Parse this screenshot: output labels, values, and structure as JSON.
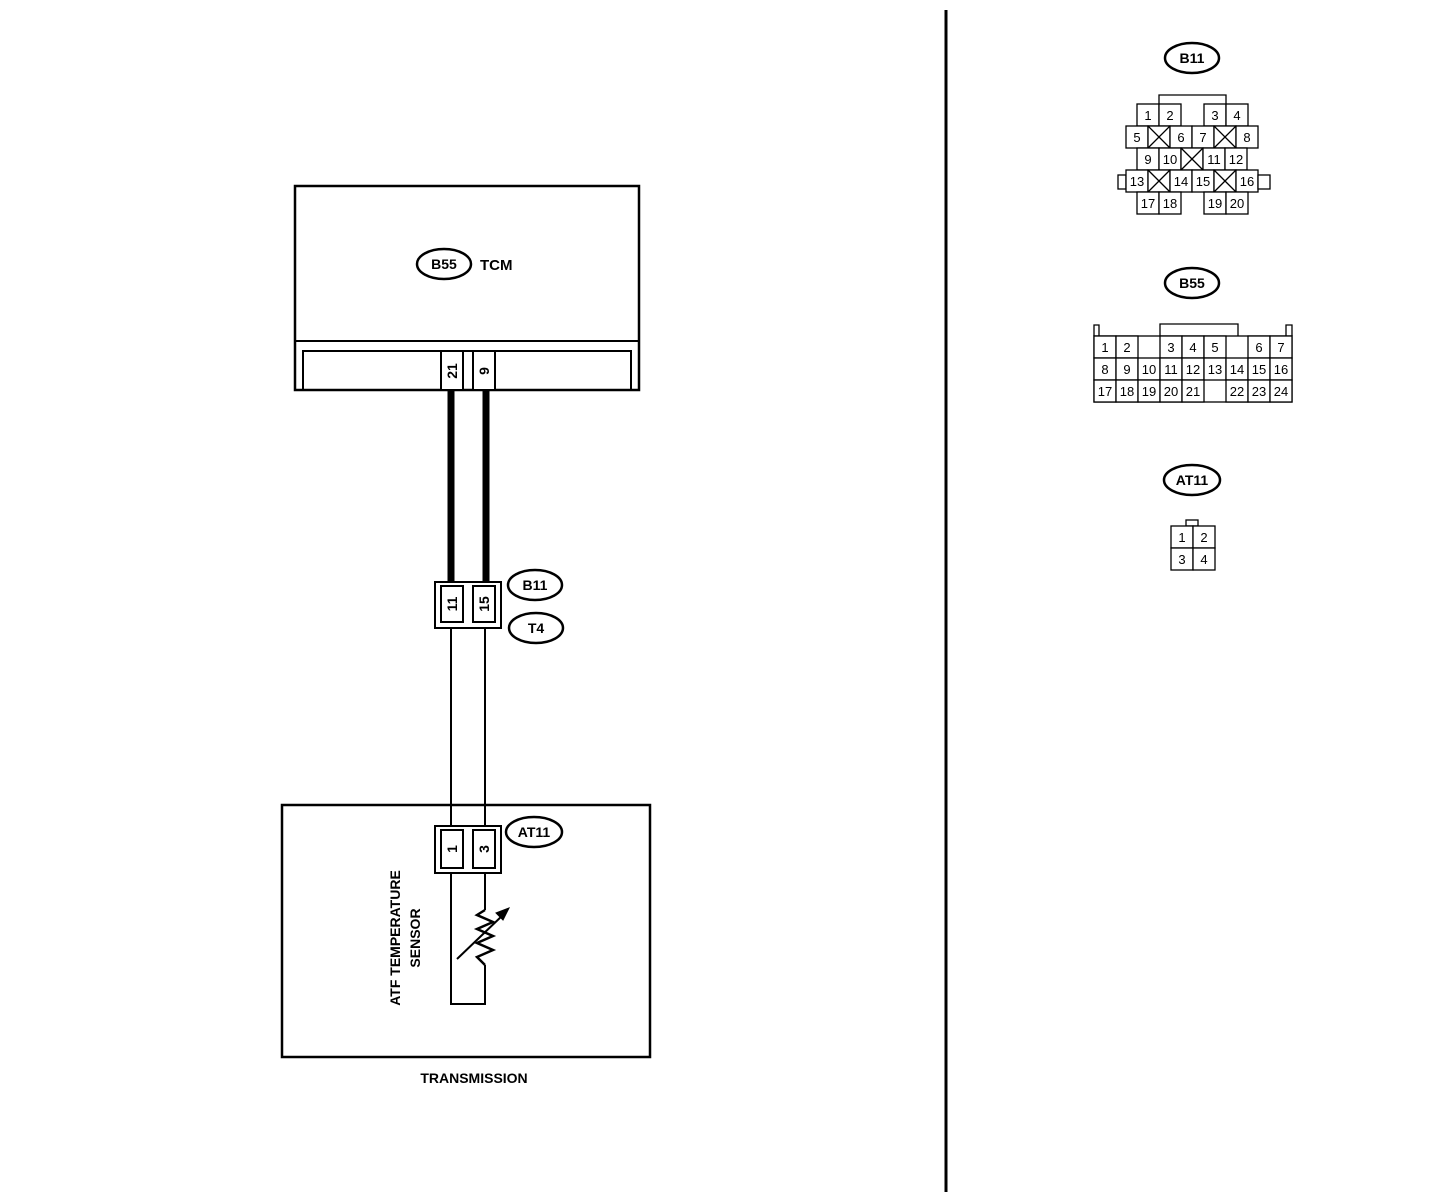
{
  "tcm": {
    "connector": "B55",
    "label": "TCM",
    "terminals": [
      "21",
      "9"
    ]
  },
  "joint": {
    "connector_top": "B11",
    "connector_bottom": "T4",
    "terminals": [
      "11",
      "15"
    ]
  },
  "sensor": {
    "connector": "AT11",
    "terminals": [
      "1",
      "3"
    ],
    "label_line1": "ATF TEMPERATURE",
    "label_line2": "SENSOR"
  },
  "transmission": {
    "label": "TRANSMISSION"
  },
  "legend": {
    "b11": {
      "name": "B11",
      "rows": [
        [
          "1",
          "2",
          "3",
          "4"
        ],
        [
          "5",
          "6",
          "7",
          "8"
        ],
        [
          "9",
          "10",
          "11",
          "12"
        ],
        [
          "13",
          "14",
          "15",
          "16"
        ],
        [
          "17",
          "18",
          "19",
          "20"
        ]
      ]
    },
    "b55": {
      "name": "B55",
      "rows": [
        [
          "1",
          "2",
          "3",
          "4",
          "5",
          "6",
          "7"
        ],
        [
          "8",
          "9",
          "10",
          "11",
          "12",
          "13",
          "14",
          "15",
          "16"
        ],
        [
          "17",
          "18",
          "19",
          "20",
          "21",
          "22",
          "23",
          "24"
        ]
      ]
    },
    "at11": {
      "name": "AT11",
      "rows": [
        [
          "1",
          "2"
        ],
        [
          "3",
          "4"
        ]
      ]
    }
  }
}
